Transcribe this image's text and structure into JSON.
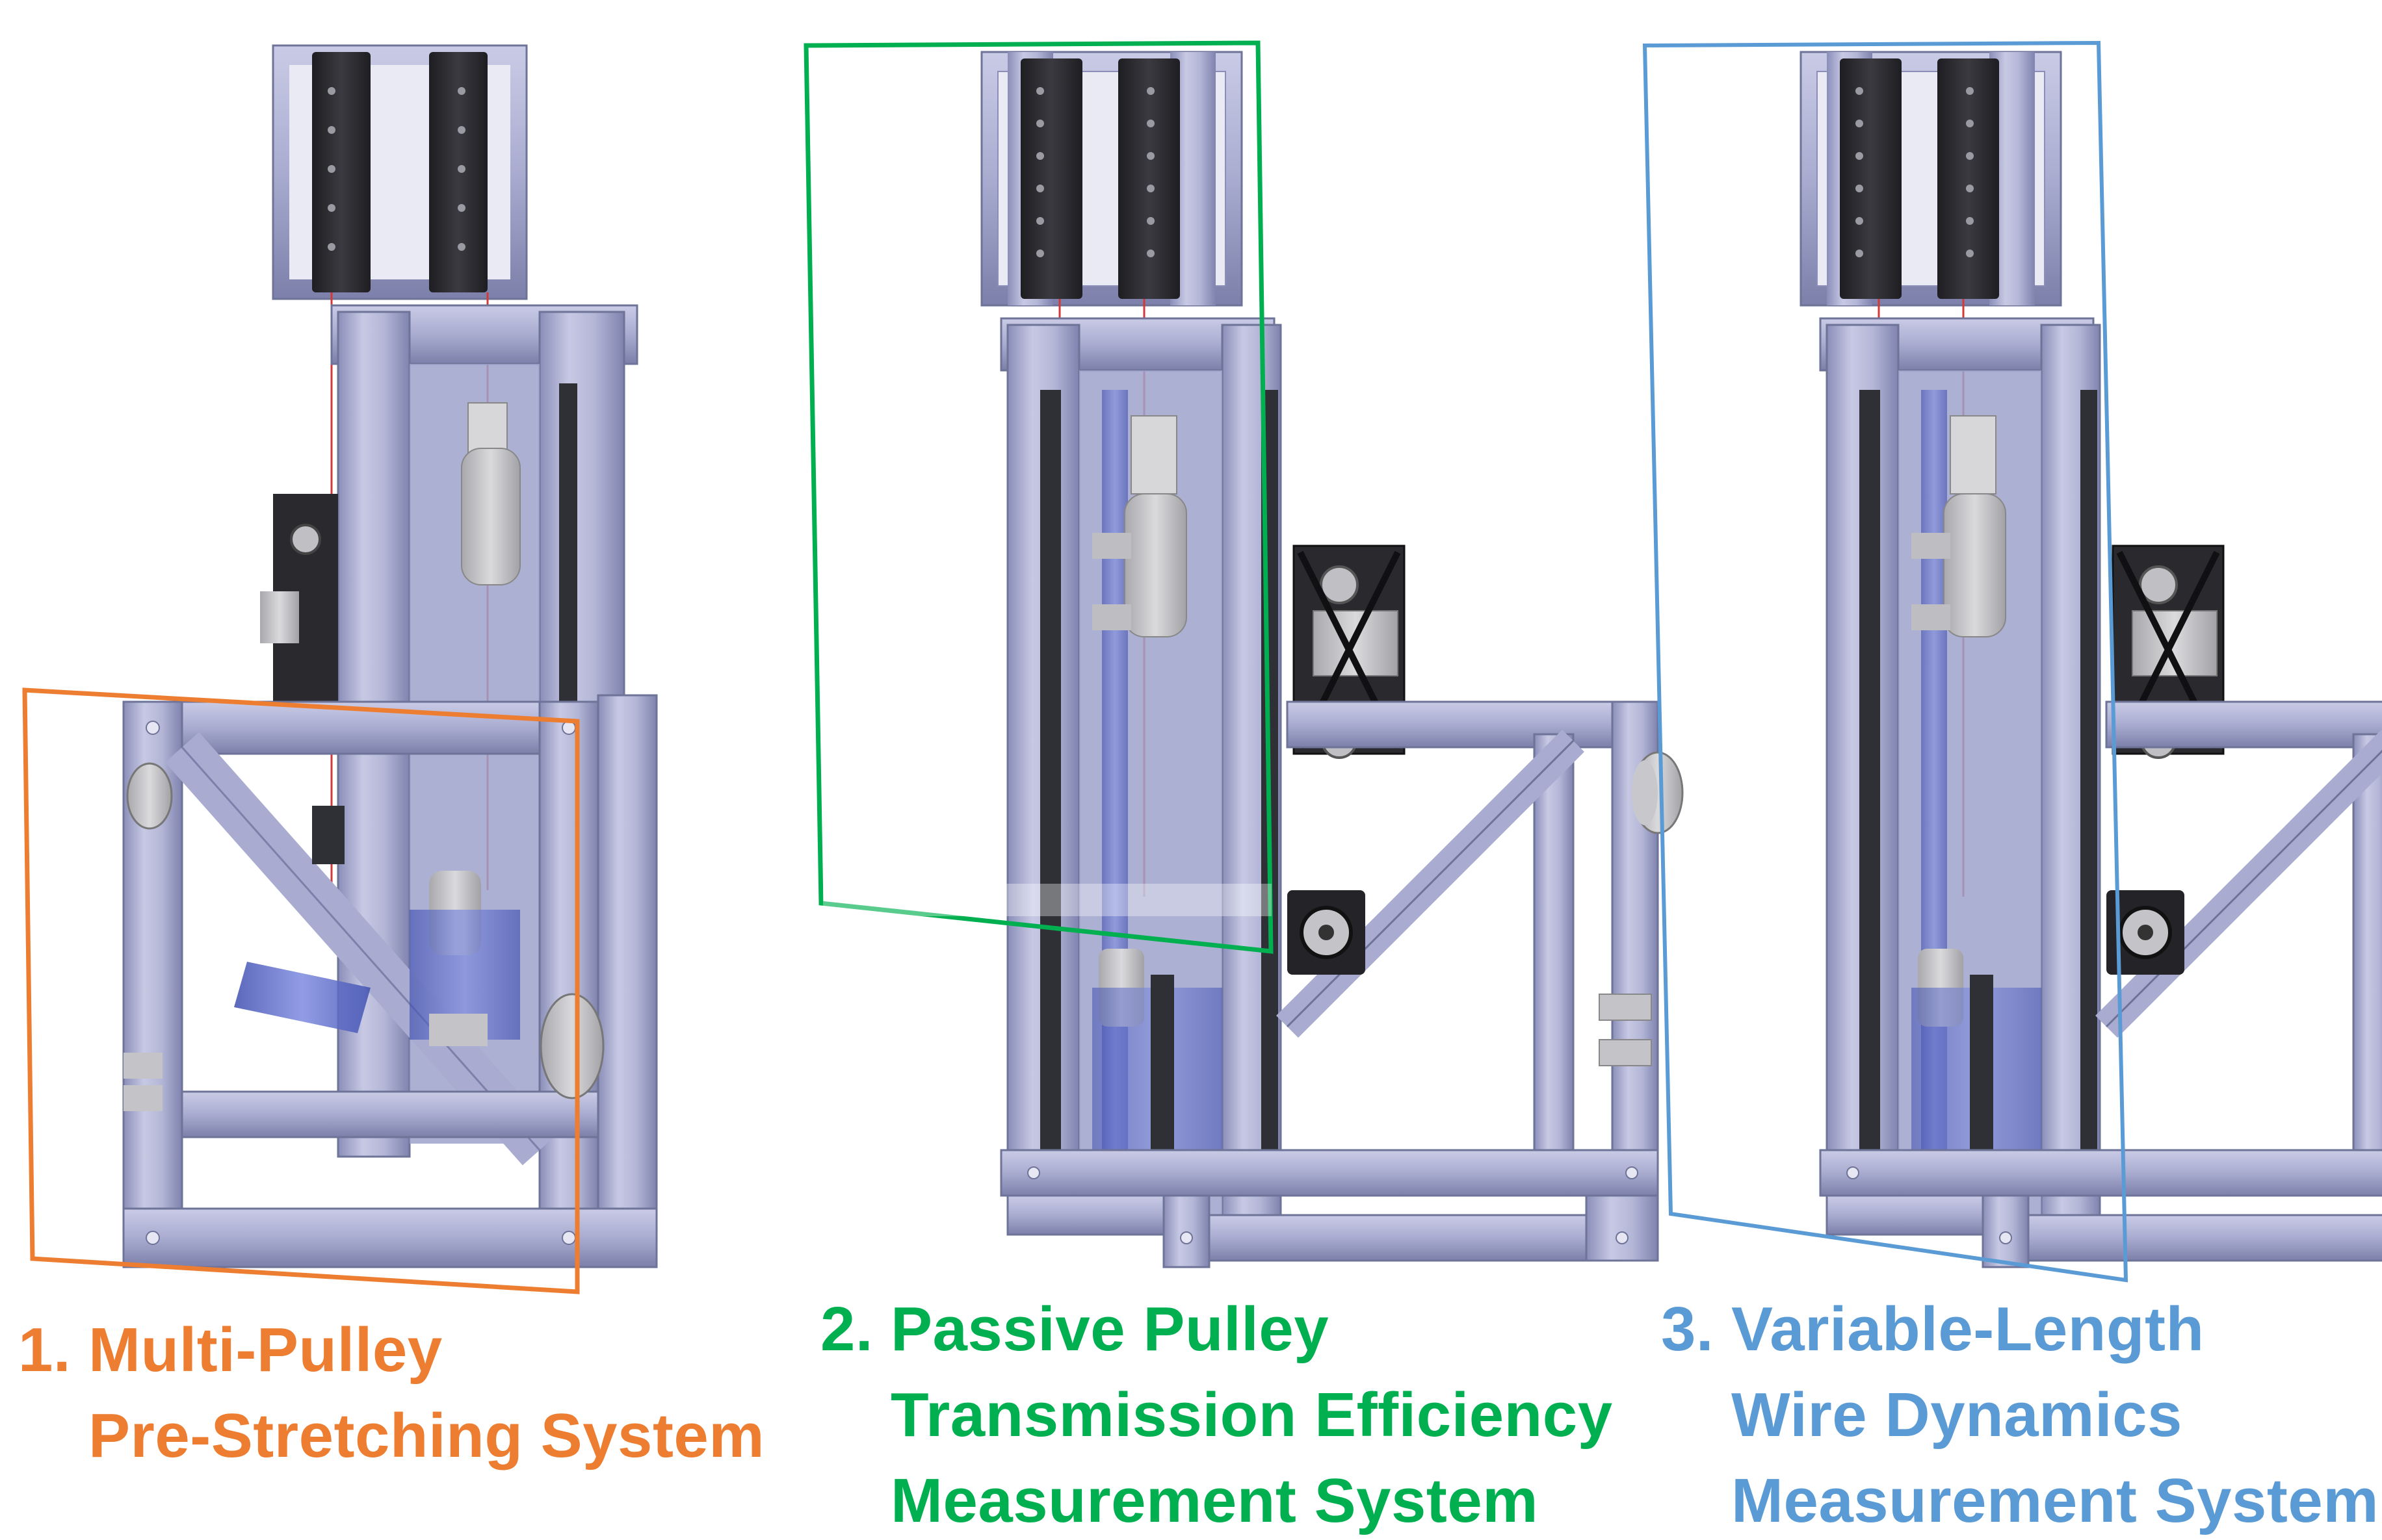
{
  "colors": {
    "orange": "#ED7D31",
    "green": "#00B050",
    "blue": "#5B9BD5",
    "frame": "#A7AACF",
    "frame_dark": "#6E7398",
    "plate": "#2B2B30",
    "grey_part": "#C9C9CC"
  },
  "panels": [
    {
      "number": "1.",
      "lines": [
        "Multi-Pulley",
        "Pre-Stretching System"
      ],
      "color": "#ED7D31",
      "highlight": "lower-front-box"
    },
    {
      "number": "2.",
      "lines": [
        "Passive Pulley",
        "Transmission Efficiency",
        "Measurement System"
      ],
      "color": "#00B050",
      "highlight": "tall-column-with-pulley"
    },
    {
      "number": "3.",
      "lines": [
        "Variable-Length",
        "Wire Dynamics",
        "Measurement System"
      ],
      "color": "#5B9BD5",
      "highlight": "full-height-wire-path"
    }
  ]
}
